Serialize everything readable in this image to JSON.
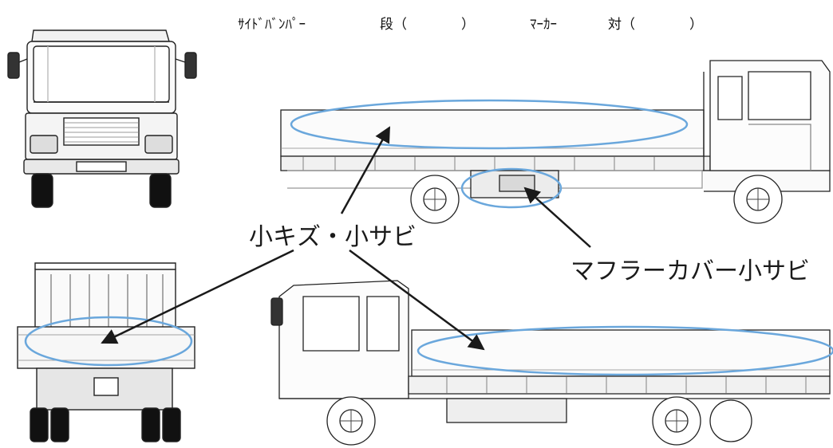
{
  "header": {
    "side_bumper_label": "ｻｲﾄﾞﾊﾞﾝﾊﾟｰ",
    "side_bumper_count_label": "段（　　　　）",
    "marker_label": "ﾏｰｶｰ",
    "marker_count_label": "対（　　　　）"
  },
  "annotations": {
    "scratch_rust": "小キズ・小サビ",
    "muffler_cover_rust": "マフラーカバー小サビ"
  },
  "colors": {
    "highlight_ellipse": "#6aa7dc",
    "line_art": "#222222",
    "arrow": "#1a1a1a"
  }
}
